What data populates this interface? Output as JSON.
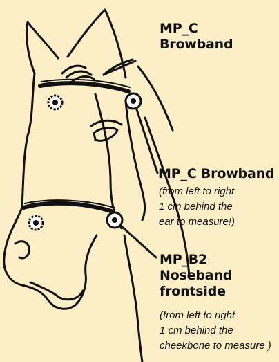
{
  "labels": {
    "top": {
      "line1": "MP_C",
      "line2": "Browband"
    },
    "middle": {
      "title": "MP_C Browband",
      "note": [
        "(from left to right",
        "1 cm behind the",
        "ear to measure!)"
      ]
    },
    "bottom": {
      "line1": "MP_B2",
      "line2": "Noseband",
      "line3": "frontside",
      "note": [
        "(from left to right",
        "1 cm behind the",
        "cheekbone to measure )"
      ]
    }
  },
  "colors": {
    "background": "#fcefc7",
    "line": "#111111",
    "marker_fill": "#ffffff"
  }
}
